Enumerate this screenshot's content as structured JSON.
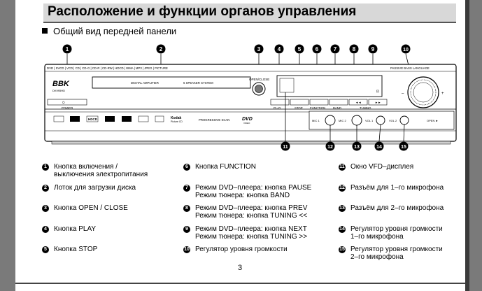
{
  "heading": "Расположение и функции органов управления",
  "subheading": "Общий вид передней панели",
  "panel": {
    "format_strip": "DVD | SVCD | VCD | CD | CD-G | CD-R | CD-RW | HDCD | WMA | MP3 | JPEG | PICTURE",
    "brand": "BBK",
    "model": "DK995HD",
    "tray_label_1": "DIGITAL AMPLIFIER",
    "tray_label_2": "6 SPEAKER SYSTEM",
    "open_close": "OPEN/CLOSE",
    "power": "POWER",
    "play": "PLAY",
    "stop": "STOP",
    "function": "FUNCTION",
    "band": "BAND",
    "tuning": "TUNING",
    "tuning_prev": "◄◄",
    "tuning_next": "►►",
    "passive": "PASSIVE BASS LANGUAGE",
    "progressive": "PROGRESSIVE SCAN",
    "dvd_logo": "DVD",
    "video": "VIDEO",
    "mic1": "MIC 1",
    "mic2": "MIC 2",
    "vol1": "VOL 1",
    "vol2": "VOL 2",
    "open": "OPEN ►",
    "hdcd": "HDCD",
    "kodak": "Kodak",
    "kodak_sub": "Picture CD"
  },
  "callouts": [
    "1",
    "2",
    "3",
    "4",
    "5",
    "6",
    "7",
    "8",
    "9",
    "10",
    "11",
    "12",
    "13",
    "14",
    "15"
  ],
  "legend": [
    {
      "num": "1",
      "lines": [
        "Кнопка включения /",
        "выключения электропитания"
      ]
    },
    {
      "num": "2",
      "lines": [
        "Лоток для загрузки диска"
      ]
    },
    {
      "num": "3",
      "lines": [
        "Кнопка OPEN / CLOSE"
      ]
    },
    {
      "num": "4",
      "lines": [
        "Кнопка PLAY"
      ]
    },
    {
      "num": "5",
      "lines": [
        "Кнопка STOP"
      ]
    },
    {
      "num": "6",
      "lines": [
        "Кнопка FUNCTION"
      ]
    },
    {
      "num": "7",
      "lines": [
        "Режим DVD–плеера: кнопка PAUSE",
        "Режим тюнера: кнопка BAND"
      ]
    },
    {
      "num": "8",
      "lines": [
        "Режим DVD–плеера: кнопка PREV",
        "Режим тюнера: кнопка TUNING <<"
      ]
    },
    {
      "num": "9",
      "lines": [
        "Режим DVD–плеера: кнопка NEXT",
        "Режим тюнера: кнопка TUNING >>"
      ]
    },
    {
      "num": "10",
      "lines": [
        "Регулятор уровня громкости"
      ]
    },
    {
      "num": "11",
      "lines": [
        "Окно VFD–дисплея"
      ]
    },
    {
      "num": "12",
      "lines": [
        "Разъём для 1–го микрофона"
      ]
    },
    {
      "num": "13",
      "lines": [
        "Разъём для 2–го микрофона"
      ]
    },
    {
      "num": "14",
      "lines": [
        "Регулятор уровня громкости",
        "1–го микрофона"
      ]
    },
    {
      "num": "15",
      "lines": [
        "Регулятор уровня громкости",
        "2–го микрофона"
      ]
    }
  ],
  "page_number": "3"
}
